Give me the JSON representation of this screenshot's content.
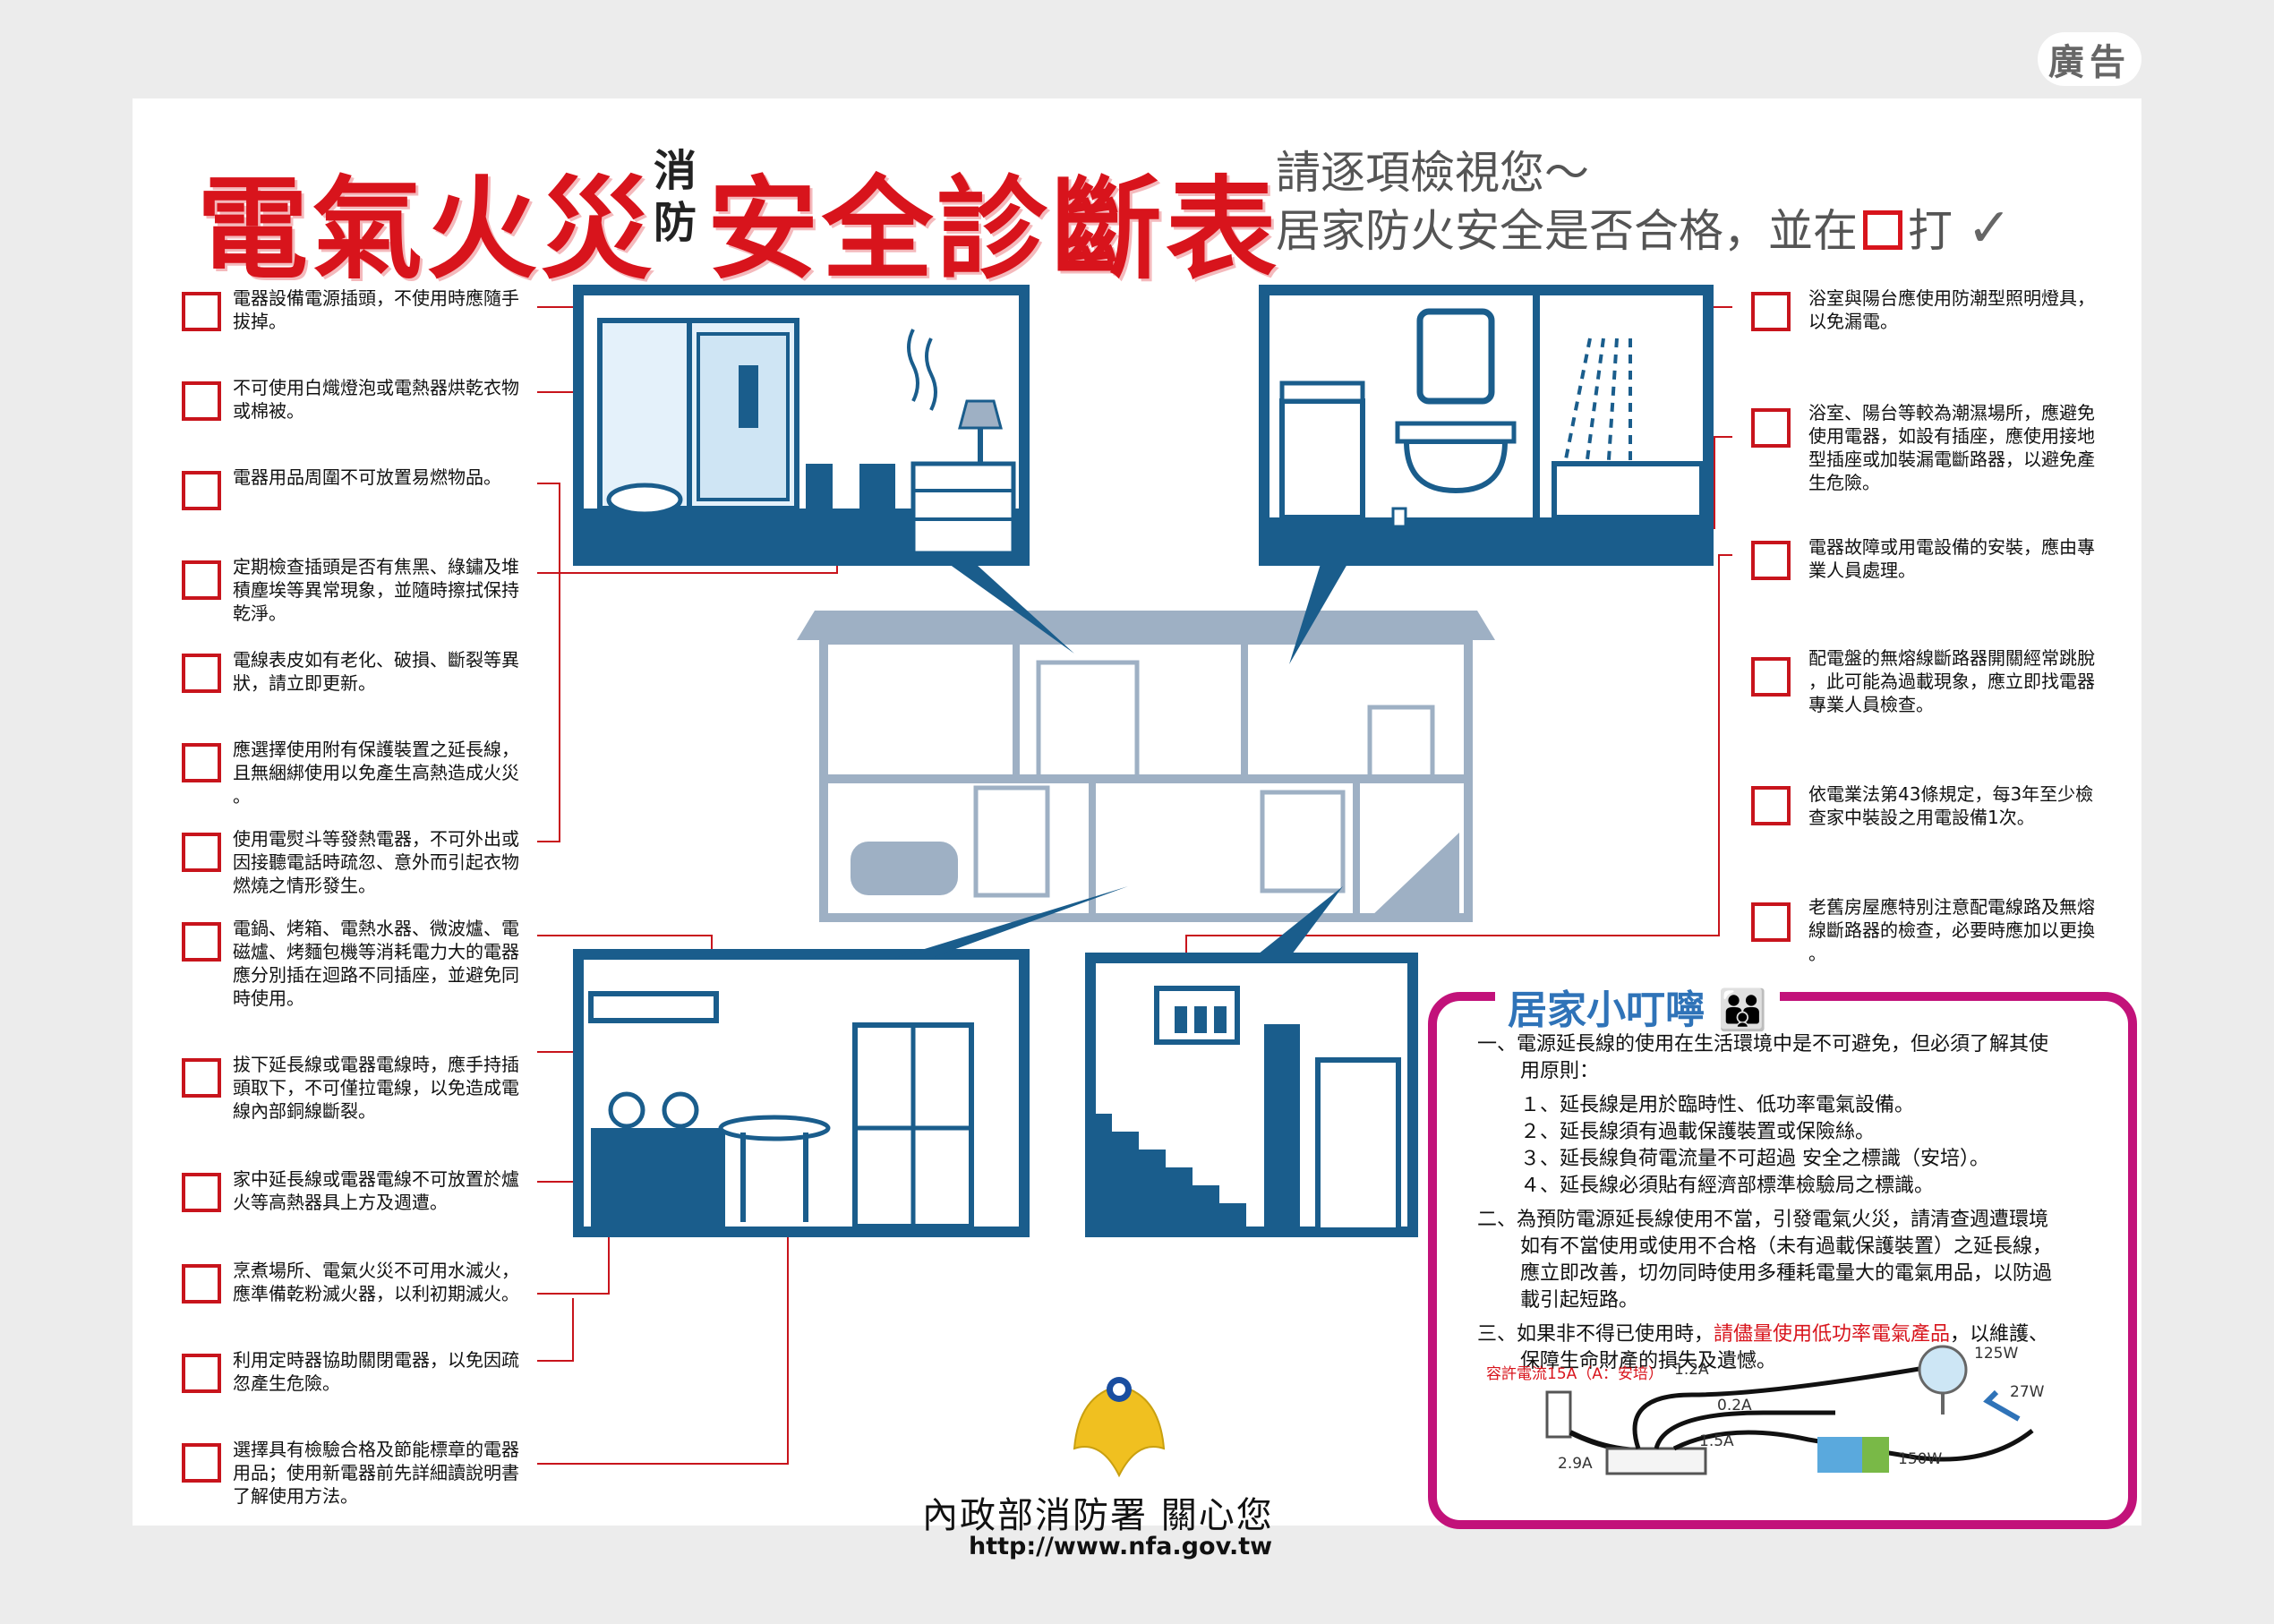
{
  "ad_badge": "廣告",
  "title": {
    "main_a": "電氣火災",
    "small": "消防",
    "main_b": "安全診斷表",
    "sub_line1": "請逐項檢視您～",
    "sub_line2_a": "居家防火安全是否合格，並在",
    "sub_line2_b": "打"
  },
  "left_items": [
    "電器設備電源插頭，不使用時應隨手\n拔掉。",
    "不可使用白熾燈泡或電熱器烘乾衣物\n或棉被。",
    "電器用品周圍不可放置易燃物品。",
    "定期檢查插頭是否有焦黑、綠鏽及堆\n積塵埃等異常現象，並隨時擦拭保持\n乾淨。",
    "電線表皮如有老化、破損、斷裂等異\n狀，請立即更新。",
    "應選擇使用附有保護裝置之延長線，\n且無綑綁使用以免產生高熱造成火災\n。",
    "使用電熨斗等發熱電器，不可外出或\n因接聽電話時疏忽、意外而引起衣物\n燃燒之情形發生。",
    "電鍋、烤箱、電熱水器、微波爐、電\n磁爐、烤麵包機等消耗電力大的電器\n應分別插在迴路不同插座，並避免同\n時使用。",
    "拔下延長線或電器電線時，應手持插\n頭取下，不可僅拉電線，以免造成電\n線內部銅線斷裂。",
    "家中延長線或電器電線不可放置於爐\n火等高熱器具上方及週遭。",
    "烹煮場所、電氣火災不可用水滅火，\n應準備乾粉滅火器，以利初期滅火。",
    "利用定時器協助關閉電器，以免因疏\n忽產生危險。",
    "選擇具有檢驗合格及節能標章的電器\n用品；使用新電器前先詳細讀說明書\n了解使用方法。"
  ],
  "right_items": [
    "浴室與陽台應使用防潮型照明燈具，\n以免漏電。",
    "浴室、陽台等較為潮濕場所，應避免\n使用電器，如設有插座，應使用接地\n型插座或加裝漏電斷路器，以避免產\n生危險。",
    "電器故障或用電設備的安裝，應由專\n業人員處理。",
    "配電盤的無熔線斷路器開關經常跳脫\n，此可能為過載現象，應立即找電器\n專業人員檢查。",
    "依電業法第43條規定，每3年至少檢\n查家中裝設之用電設備1次。",
    "老舊房屋應特別注意配電線路及無熔\n線斷路器的檢查，必要時應加以更換\n。"
  ],
  "tips": {
    "title": "居家小叮嚀",
    "p1": "一、電源延長線的使用在生活環境中是不可避免，但必須了解其使",
    "p1b": "用原則：",
    "p1_items": [
      "１、延長線是用於臨時性、低功率電氣設備。",
      "２、延長線須有過載保護裝置或保險絲。",
      "３、延長線負荷電流量不可超過 安全之標識（安培）。",
      "４、延長線必須貼有經濟部標準檢驗局之標識。"
    ],
    "p2": "二、為預防電源延長線使用不當，引發電氣火災，請清查週遭環境",
    "p2b": "如有不當使用或使用不合格（未有過載保護裝置）之延長線，",
    "p2c": "應立即改善，切勿同時使用多種耗電量大的電氣用品，以防過",
    "p2d": "載引起短路。",
    "p3_a": "三、如果非不得已使用時，",
    "p3_red": "請儘量使用低功率電氣產品",
    "p3_b": "，以維護、",
    "p3c": "保障生命財產的損失及遺憾。",
    "diagram": {
      "allowed": "容許電流15A（A：安培）",
      "a1": "1.2A",
      "a2": "0.2A",
      "a3": "1.5A",
      "a4": "2.9A",
      "w1": "125W",
      "w2": "27W",
      "w3": "150W"
    }
  },
  "agency": "內政部消防署 關心您",
  "url": "http://www.nfa.gov.tw",
  "colors": {
    "red": "#d8141c",
    "navy": "#1a5d8c",
    "house": "#9eb0c4",
    "magenta": "#c2127a"
  }
}
